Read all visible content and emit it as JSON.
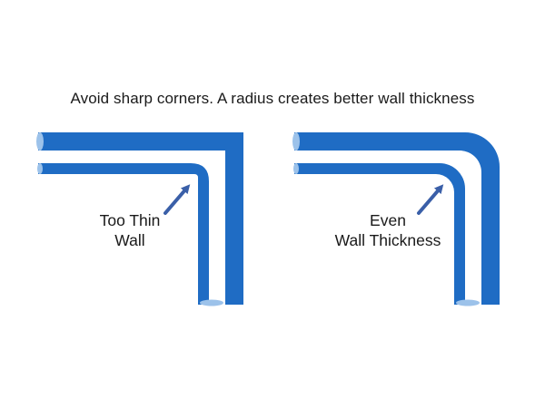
{
  "heading": "Avoid sharp corners.  A radius creates better wall thickness",
  "left_example": {
    "label_line1": "Too Thin",
    "label_line2": "Wall"
  },
  "right_example": {
    "label_line1": "Even",
    "label_line2": "Wall Thickness"
  },
  "colors": {
    "wall_blue": "#1f6cc4",
    "cut_edge": "#9cc2ea",
    "arrow": "#3a5fa8",
    "text": "#1a1a1a"
  }
}
